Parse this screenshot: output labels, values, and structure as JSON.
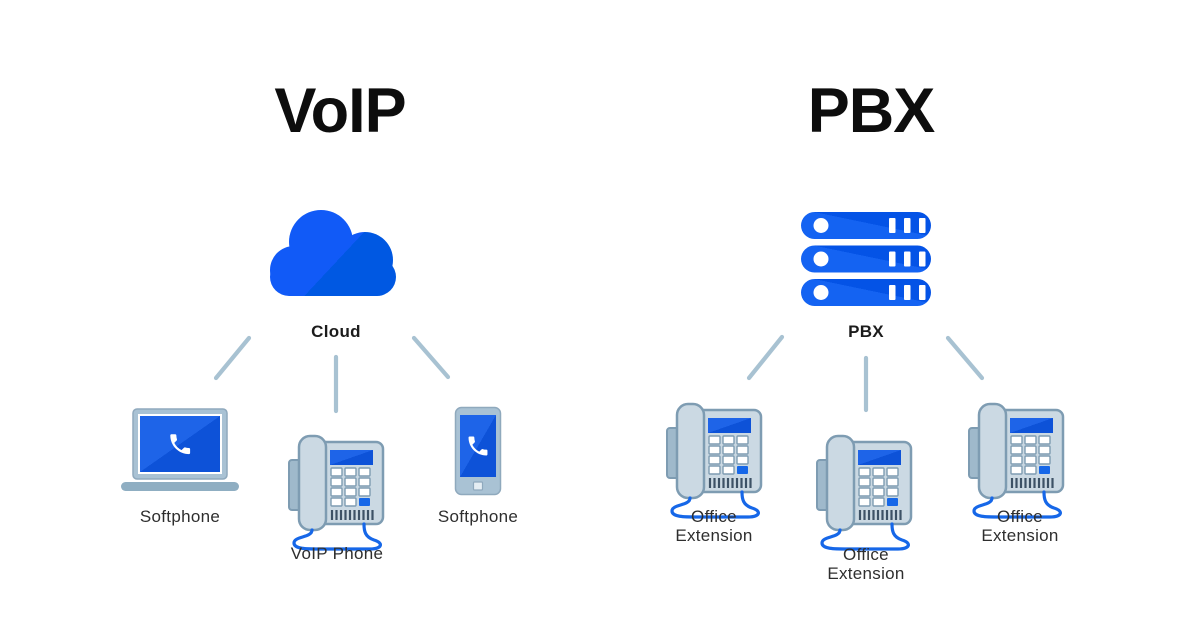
{
  "left": {
    "title": "VoIP",
    "hub_label": "Cloud",
    "devices": [
      {
        "label": "Softphone",
        "icon": "laptop-icon"
      },
      {
        "label": "VoIP Phone",
        "icon": "desk-phone-icon"
      },
      {
        "label": "Softphone",
        "icon": "smartphone-icon"
      }
    ]
  },
  "right": {
    "title": "PBX",
    "hub_label": "PBX",
    "devices": [
      {
        "label": "Office Extension",
        "icon": "desk-phone-icon"
      },
      {
        "label": "Office Extension",
        "icon": "desk-phone-icon"
      },
      {
        "label": "Office Extension",
        "icon": "desk-phone-icon"
      }
    ]
  },
  "colors": {
    "cloud_blue_light": "#115AF7",
    "cloud_blue_dark": "#0058E2",
    "server_blue_light": "#1463F2",
    "server_blue_dark": "#0453E6",
    "screen_blue_light": "#1E64E8",
    "screen_blue_dark": "#0D52D8",
    "device_gray": "#A9C2D4",
    "device_body_gray": "#CBD9E3",
    "device_outline": "#7E9CB2",
    "base_gray": "#8FAEC2",
    "grill_dark": "#3D5266",
    "cord_blue": "#1667E8",
    "connector_line": "#A8C2D2",
    "title_text": "#0d0d0d",
    "label_text": "#2e2e2e",
    "background": "#ffffff"
  }
}
